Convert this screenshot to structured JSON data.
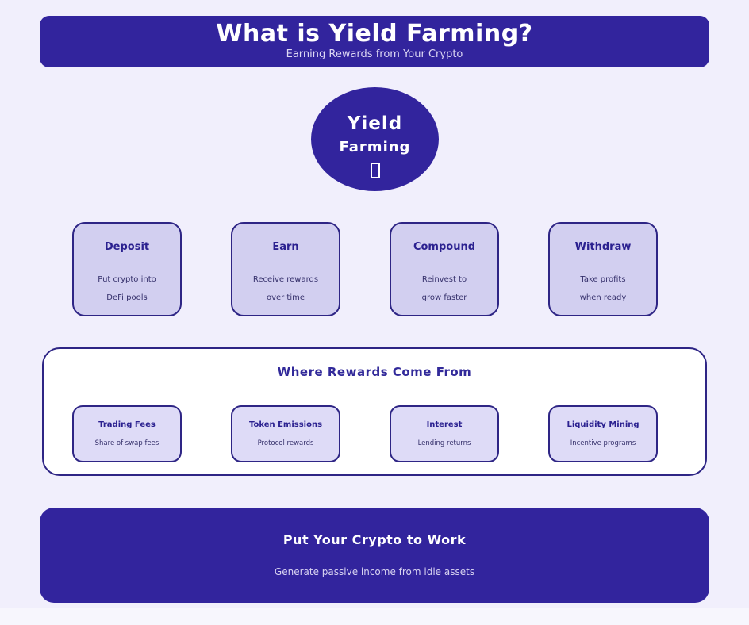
{
  "colors": {
    "banner_bg": "#32249d",
    "page_bg": "#f1effc",
    "step_card_bg": "#d2cff0",
    "source_card_bg": "#dedbf7",
    "card_border": "#2e2585",
    "heading_text": "#2b2190",
    "body_text": "#35306b",
    "white": "#ffffff"
  },
  "header": {
    "title": "What is Yield Farming?",
    "subtitle": "Earning Rewards from Your Crypto"
  },
  "center_node": {
    "line1": "Yield",
    "line2": "Farming",
    "icon": "missing-glyph-box"
  },
  "steps": [
    {
      "title": "Deposit",
      "line1": "Put crypto into",
      "line2": "DeFi pools"
    },
    {
      "title": "Earn",
      "line1": "Receive rewards",
      "line2": "over time"
    },
    {
      "title": "Compound",
      "line1": "Reinvest to",
      "line2": "grow faster"
    },
    {
      "title": "Withdraw",
      "line1": "Take profits",
      "line2": "when ready"
    }
  ],
  "rewards_section": {
    "title": "Where Rewards Come From",
    "sources": [
      {
        "title": "Trading Fees",
        "description": "Share of swap fees"
      },
      {
        "title": "Token Emissions",
        "description": "Protocol rewards"
      },
      {
        "title": "Interest",
        "description": "Lending returns"
      },
      {
        "title": "Liquidity Mining",
        "description": "Incentive programs"
      }
    ]
  },
  "footer": {
    "title": "Put Your Crypto to Work",
    "subtitle": "Generate passive income from idle assets"
  }
}
